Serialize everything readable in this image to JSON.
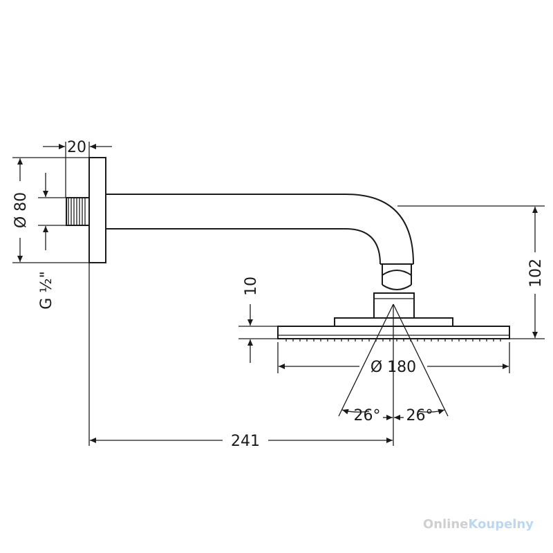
{
  "dimensions": {
    "flange_width": "20",
    "flange_diameter": "Ø 80",
    "thread": "G ½\"",
    "head_thickness": "10",
    "height": "102",
    "head_diameter": "Ø 180",
    "angle_left": "26°",
    "angle_right": "26°",
    "projection": "241"
  },
  "watermark": {
    "part1": "Online",
    "part2": "Koupelny"
  }
}
